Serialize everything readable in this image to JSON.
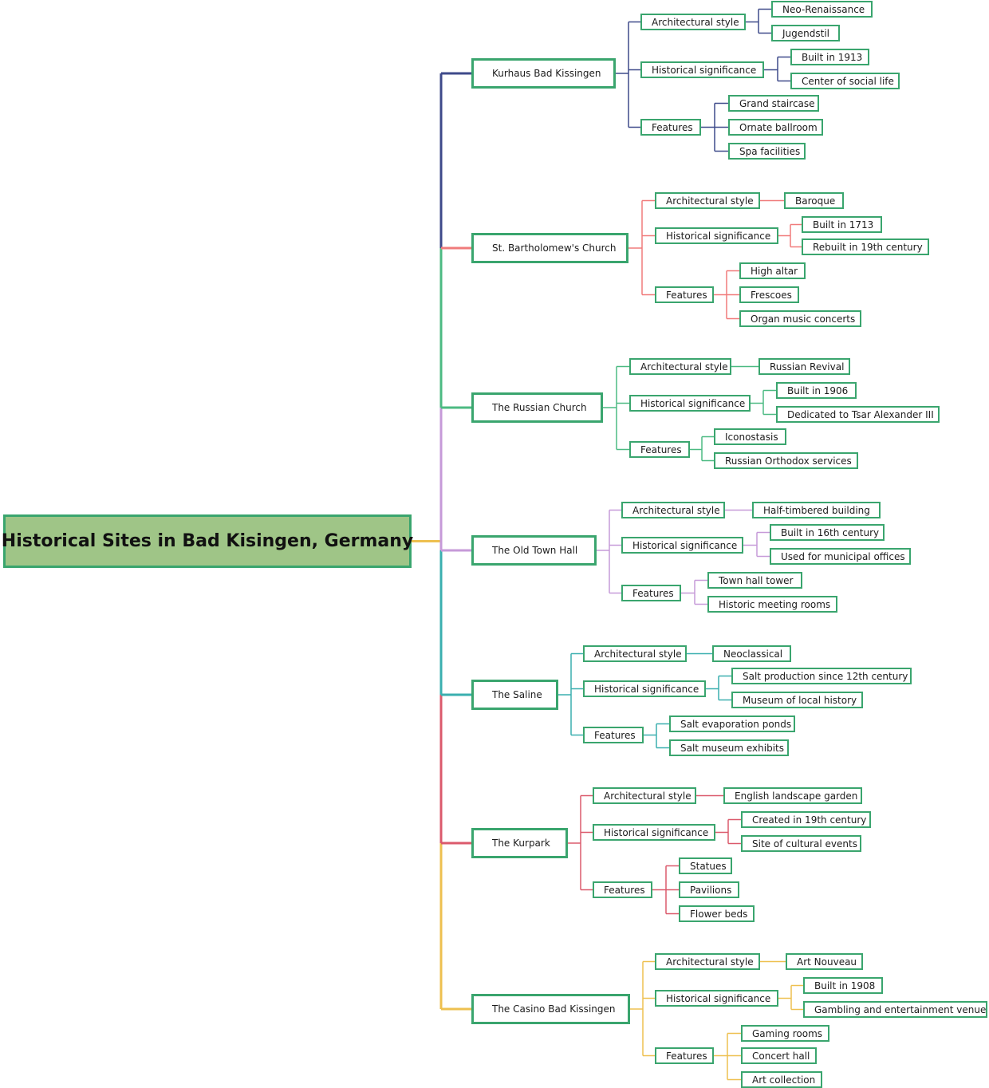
{
  "root": {
    "label": "Historical Sites in Bad Kisingen, Germany"
  },
  "branches": [
    {
      "label": "Kurhaus Bad Kissingen",
      "color": "#3e4a8a",
      "children": [
        {
          "label": "Architectural style",
          "children": [
            "Neo-Renaissance",
            "Jugendstil"
          ]
        },
        {
          "label": "Historical significance",
          "children": [
            "Built in 1913",
            "Center of social life"
          ]
        },
        {
          "label": "Features",
          "children": [
            "Grand staircase",
            "Ornate ballroom",
            "Spa facilities"
          ]
        }
      ]
    },
    {
      "label": "St. Bartholomew's Church",
      "color": "#f07b7b",
      "children": [
        {
          "label": "Architectural style",
          "children": [
            "Baroque"
          ]
        },
        {
          "label": "Historical significance",
          "children": [
            "Built in 1713",
            "Rebuilt in 19th century"
          ]
        },
        {
          "label": "Features",
          "children": [
            "High altar",
            "Frescoes",
            "Organ music concerts"
          ]
        }
      ]
    },
    {
      "label": "The Russian Church",
      "color": "#4cba82",
      "children": [
        {
          "label": "Architectural style",
          "children": [
            "Russian Revival"
          ]
        },
        {
          "label": "Historical significance",
          "children": [
            "Built in 1906",
            "Dedicated to Tsar Alexander III"
          ]
        },
        {
          "label": "Features",
          "children": [
            "Iconostasis",
            "Russian Orthodox services"
          ]
        }
      ]
    },
    {
      "label": "The Old Town Hall",
      "color": "#c69ad8",
      "children": [
        {
          "label": "Architectural style",
          "children": [
            "Half-timbered building"
          ]
        },
        {
          "label": "Historical significance",
          "children": [
            "Built in 16th century",
            "Used for municipal offices"
          ]
        },
        {
          "label": "Features",
          "children": [
            "Town hall tower",
            "Historic meeting rooms"
          ]
        }
      ]
    },
    {
      "label": "The Saline",
      "color": "#3aafaf",
      "children": [
        {
          "label": "Architectural style",
          "children": [
            "Neoclassical"
          ]
        },
        {
          "label": "Historical significance",
          "children": [
            "Salt production since 12th century",
            "Museum of local history"
          ]
        },
        {
          "label": "Features",
          "children": [
            "Salt evaporation ponds",
            "Salt museum exhibits"
          ]
        }
      ]
    },
    {
      "label": "The Kurpark",
      "color": "#db5a6c",
      "children": [
        {
          "label": "Architectural style",
          "children": [
            "English landscape garden"
          ]
        },
        {
          "label": "Historical significance",
          "children": [
            "Created in 19th century",
            "Site of cultural events"
          ]
        },
        {
          "label": "Features",
          "children": [
            "Statues",
            "Pavilions",
            "Flower beds"
          ]
        }
      ]
    },
    {
      "label": "The Casino Bad Kissingen",
      "color": "#eec050",
      "children": [
        {
          "label": "Architectural style",
          "children": [
            "Art Nouveau"
          ]
        },
        {
          "label": "Historical significance",
          "children": [
            "Built in 1908",
            "Gambling and entertainment venue"
          ]
        },
        {
          "label": "Features",
          "children": [
            "Gaming rooms",
            "Concert hall",
            "Art collection"
          ]
        }
      ]
    }
  ]
}
